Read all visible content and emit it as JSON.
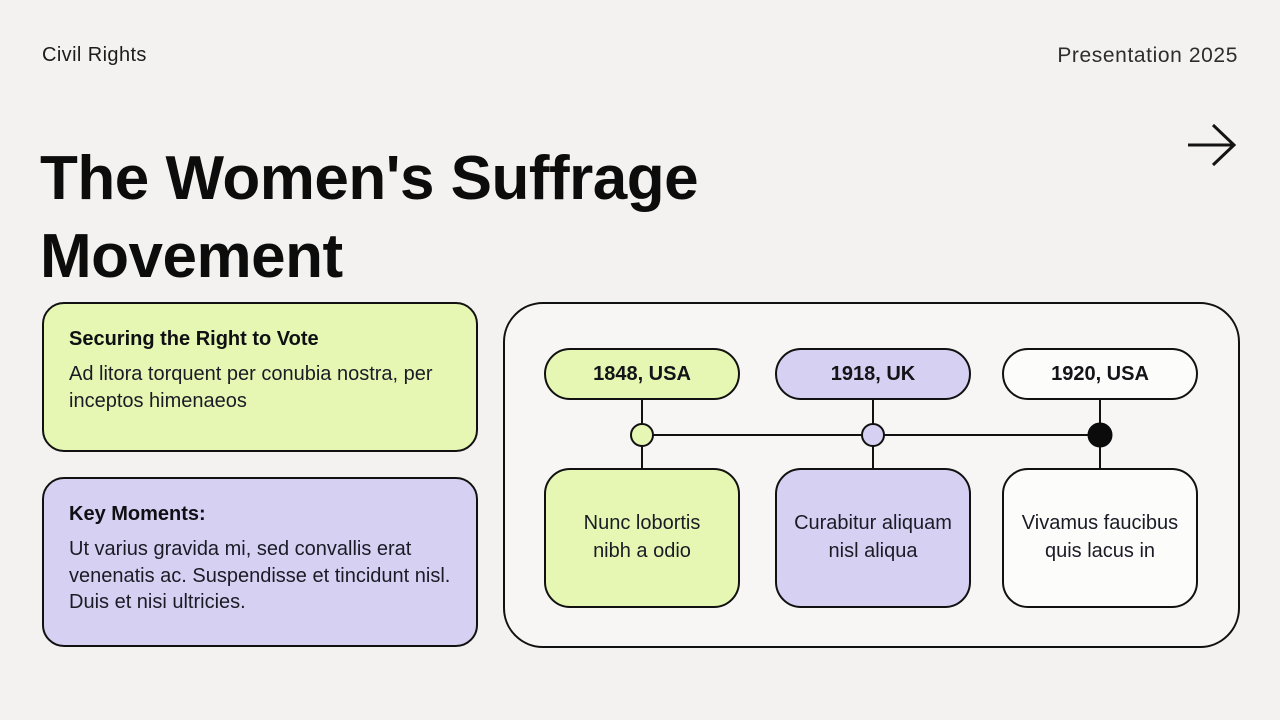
{
  "header": {
    "category": "Civil Rights",
    "right_label": "Presentation 2025"
  },
  "title": "The Women's Suffrage Movement",
  "icons": {
    "arrow_right": "right-arrow"
  },
  "cards": [
    {
      "title": "Securing the Right to Vote",
      "body": "Ad litora torquent per conubia nostra, per inceptos himenaeos",
      "variant": "green"
    },
    {
      "title": "Key Moments:",
      "body": "Ut varius gravida mi, sed convallis erat venenatis ac. Suspendisse et tincidunt nisl. Duis et nisi ultricies.",
      "variant": "purple"
    }
  ],
  "timeline": {
    "items": [
      {
        "label": "1848, USA",
        "description": "Nunc lobortis nibh a odio",
        "variant": "green"
      },
      {
        "label": "1918, UK",
        "description": "Curabitur aliquam nisl aliqua",
        "variant": "purple"
      },
      {
        "label": "1920, USA",
        "description": "Vivamus faucibus quis lacus in",
        "variant": "white"
      }
    ]
  },
  "colors": {
    "page_background": "#f3f2f0",
    "panel_background": "#f7f6f4",
    "green": "#e5f7b2",
    "purple": "#d6d0f2",
    "white": "#fcfcfb",
    "ink": "#111111"
  }
}
